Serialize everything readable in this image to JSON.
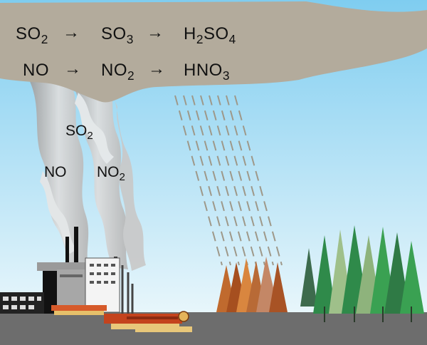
{
  "colors": {
    "sky_top": "#7fcdf0",
    "sky_bottom": "#e8f6fb",
    "cloud": "#b3ab9c",
    "ground": "#6d6d6d",
    "rain": "#9e9889",
    "smoke": "#d2d2d2",
    "dead_trees": "#c06a2e",
    "healthy_trees": "#2f8a4a"
  },
  "reactions": {
    "row1": {
      "a": "SO",
      "a_sub": "2",
      "arrow1": "→",
      "b": "SO",
      "b_sub": "3",
      "arrow2": "→",
      "c1": "H",
      "c1_sub": "2",
      "c2": "SO",
      "c2_sub": "4"
    },
    "row2": {
      "a": "NO",
      "arrow1": "→",
      "b": "NO",
      "b_sub": "2",
      "arrow2": "→",
      "c1": "HNO",
      "c1_sub": "3"
    }
  },
  "emissions": {
    "so2": "SO",
    "so2_sub": "2",
    "no": "NO",
    "no2": "NO",
    "no2_sub": "2"
  },
  "icons": [
    "factory-icon",
    "smokestack-icon",
    "lumber-icon",
    "dead-tree-icon",
    "healthy-tree-icon",
    "acid-rain-icon",
    "cloud-icon"
  ]
}
